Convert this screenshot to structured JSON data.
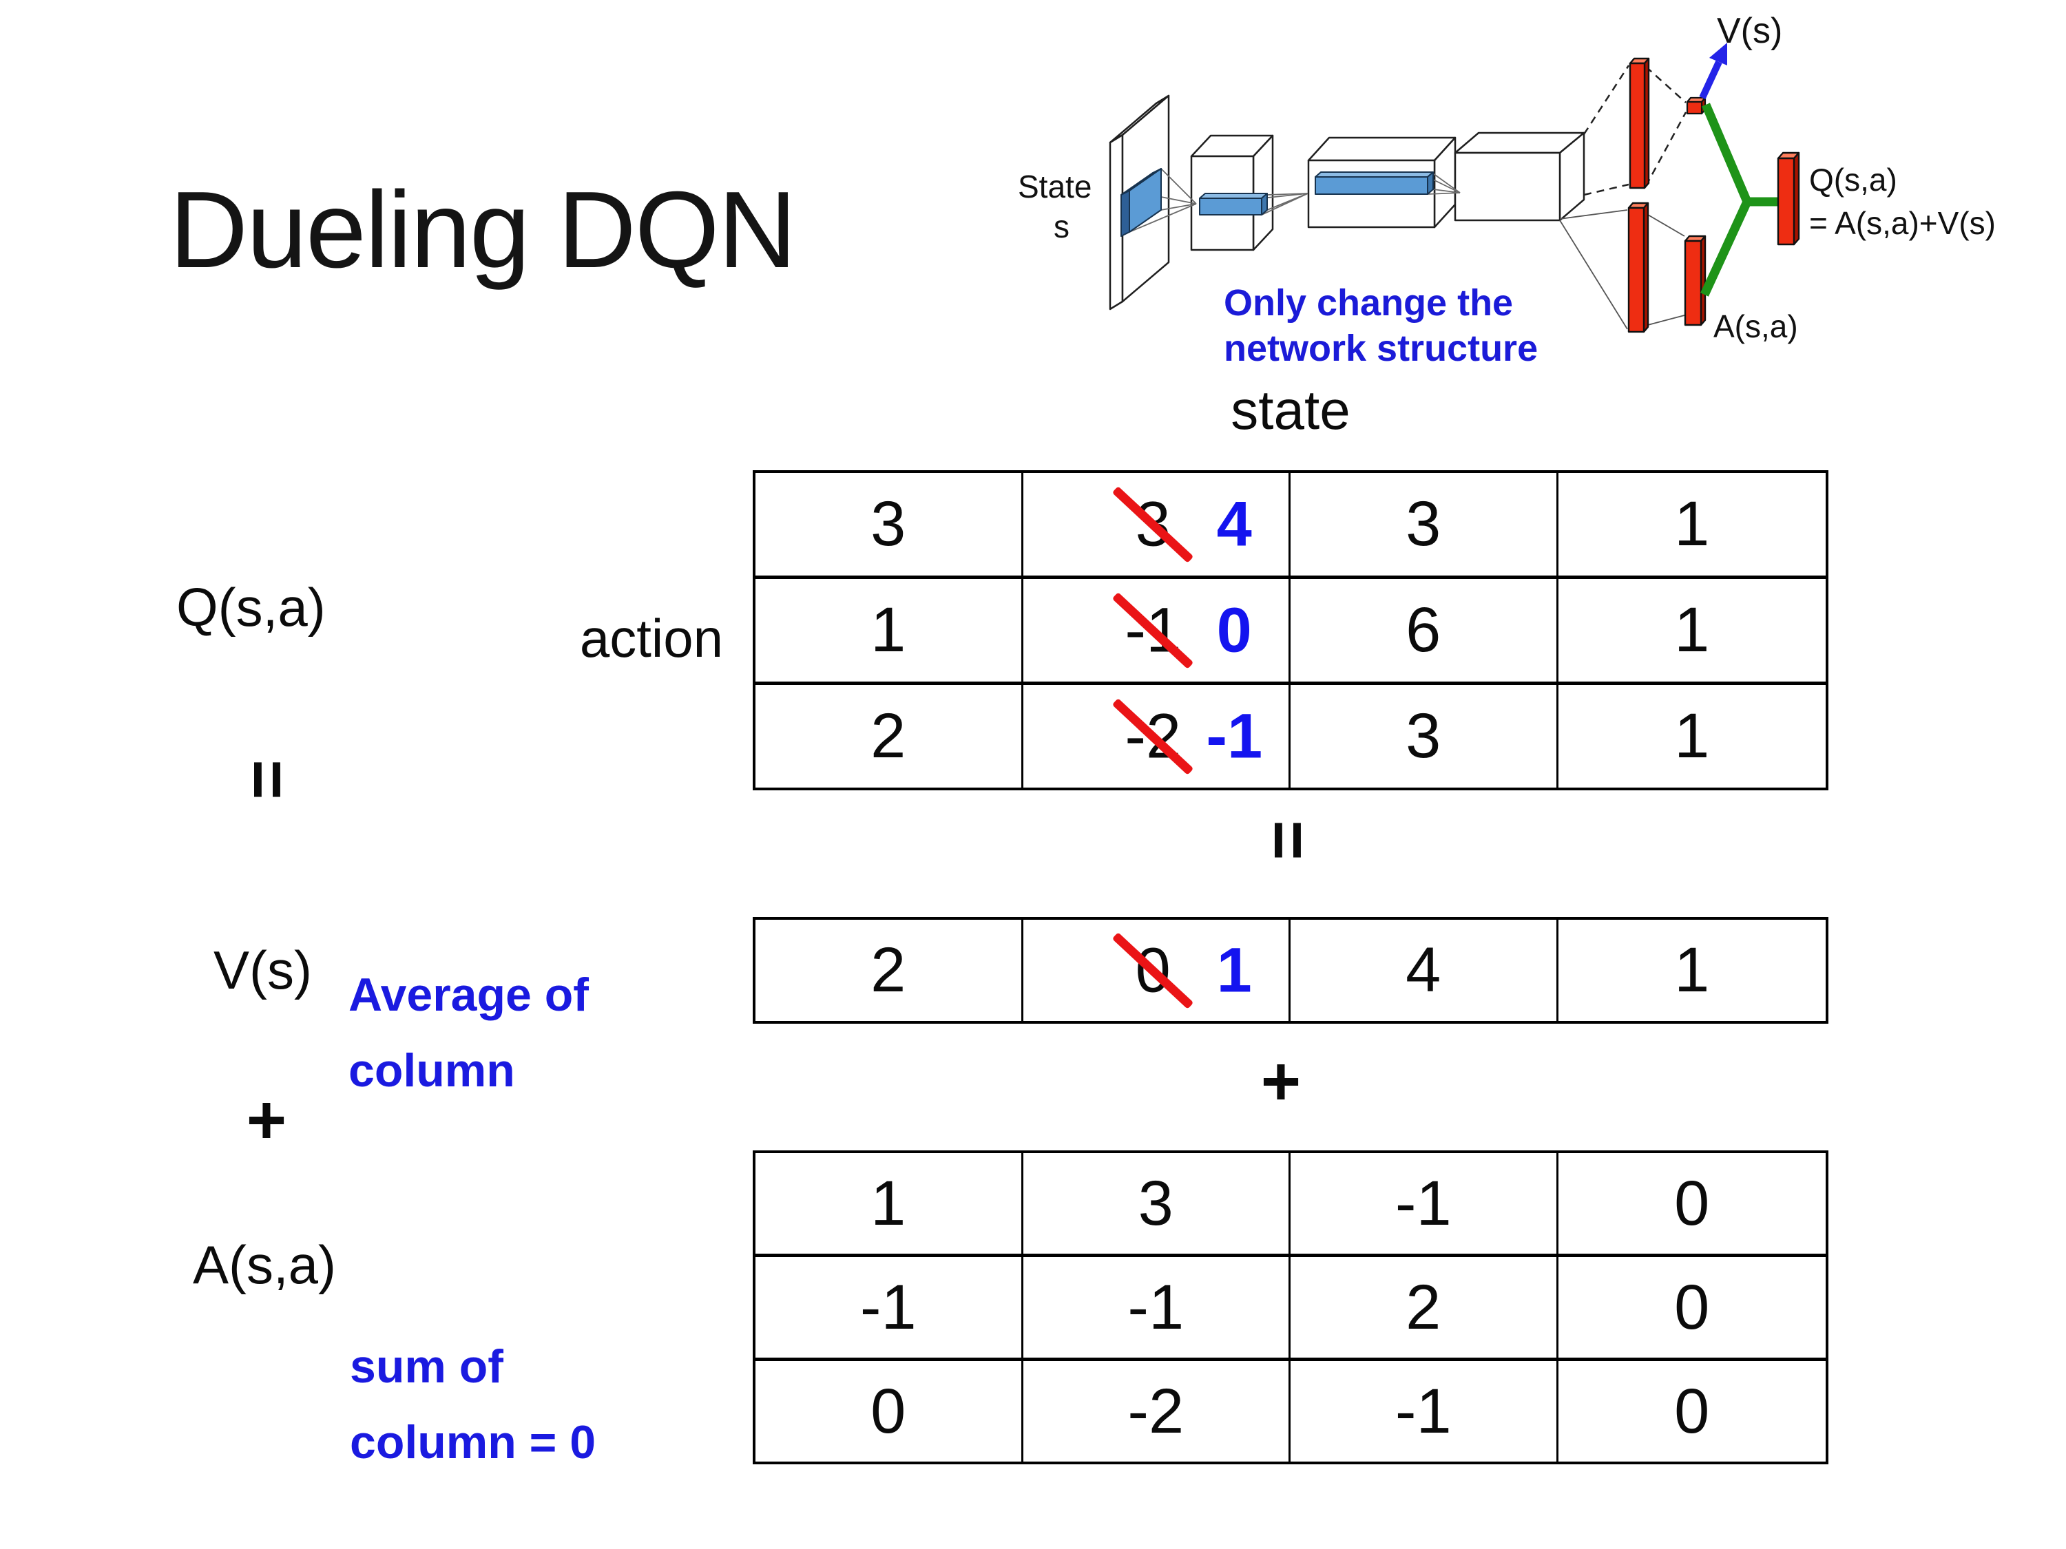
{
  "slide": {
    "title": "Dueling DQN",
    "background_color": "#ffffff"
  },
  "diagram": {
    "state_line1": "State",
    "state_line2": "s",
    "note_line1": "Only change the",
    "note_line2": "network structure",
    "v_out_label": "V(s)",
    "q_out_line1": "Q(s,a)",
    "q_out_line2": "= A(s,a)+V(s)",
    "a_out_label": "A(s,a)",
    "colors": {
      "conv_filter_blue": "#5b9bd5",
      "fc_bar_red": "#ee2d12",
      "merge_link_green": "#1e9318",
      "value_arrow_blue": "#2424e8",
      "note_blue": "#1b1bd8"
    }
  },
  "equation": {
    "state_header": "state",
    "action_label": "action",
    "q_label": "Q(s,a)",
    "equals_left": "=",
    "equals_center": "=",
    "plus_left": "+",
    "plus_center": "+",
    "v_label": "V(s)",
    "a_label": "A(s,a)",
    "avg_note": "Average of\ncolumn",
    "sum_note": "sum of\ncolumn = 0",
    "colors": {
      "revised_value_blue": "#1414ef",
      "strike_red": "#ea1416"
    },
    "q_table": {
      "rows": [
        {
          "cells": [
            {
              "v": "3"
            },
            {
              "old": "3",
              "new": "4"
            },
            {
              "v": "3"
            },
            {
              "v": "1"
            }
          ]
        },
        {
          "cells": [
            {
              "v": "1"
            },
            {
              "old": "-1",
              "new": "0"
            },
            {
              "v": "6"
            },
            {
              "v": "1"
            }
          ]
        },
        {
          "cells": [
            {
              "v": "2"
            },
            {
              "old": "-2",
              "new": "-1"
            },
            {
              "v": "3"
            },
            {
              "v": "1"
            }
          ]
        }
      ]
    },
    "v_row": {
      "cells": [
        {
          "v": "2"
        },
        {
          "old": "0",
          "new": "1"
        },
        {
          "v": "4"
        },
        {
          "v": "1"
        }
      ]
    },
    "a_table": {
      "rows": [
        {
          "cells": [
            {
              "v": "1"
            },
            {
              "v": "3"
            },
            {
              "v": "-1"
            },
            {
              "v": "0"
            }
          ]
        },
        {
          "cells": [
            {
              "v": "-1"
            },
            {
              "v": "-1"
            },
            {
              "v": "2"
            },
            {
              "v": "0"
            }
          ]
        },
        {
          "cells": [
            {
              "v": "0"
            },
            {
              "v": "-2"
            },
            {
              "v": "-1"
            },
            {
              "v": "0"
            }
          ]
        }
      ]
    }
  }
}
